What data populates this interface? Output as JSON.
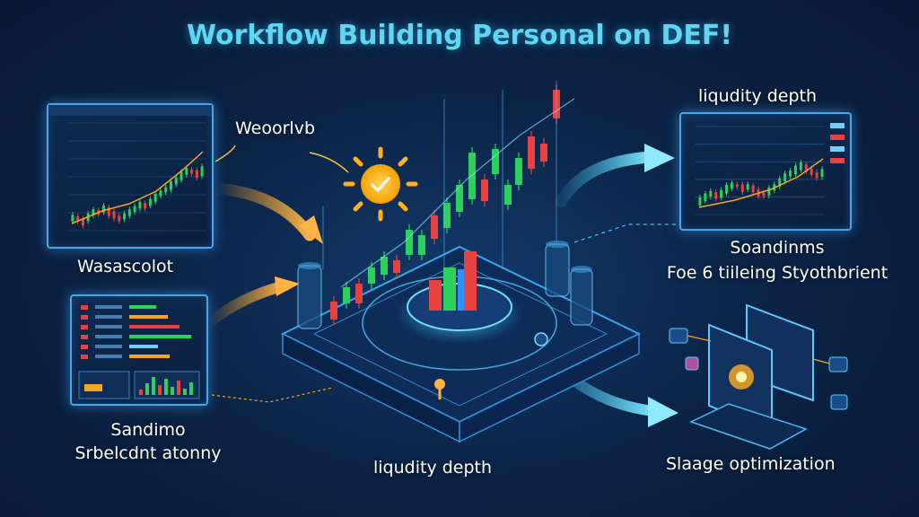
{
  "title": "Workflow Building Personal on DEF!",
  "labels": {
    "top_left_callout": "Weoorlvb",
    "left_panel": "Wasascolot",
    "bottom_left_line1": "Sandimo",
    "bottom_left_line2": "Srbelcdnt atonny",
    "center_bottom": "liqudity depth",
    "top_right": "liqudity depth",
    "right_mid_line1": "Soandinms",
    "right_mid_line2": "Foe 6 tiileing Styothbrient",
    "bottom_right": "Slaage optimization"
  },
  "icons": {
    "sun": "sun-badge-icon",
    "arrows": "flow-arrow-icon"
  },
  "colors": {
    "title": "#5fd6f2",
    "up": "#2bd15a",
    "down": "#e84141",
    "orange": "#f5a623",
    "cyan": "#3ed2ff"
  }
}
